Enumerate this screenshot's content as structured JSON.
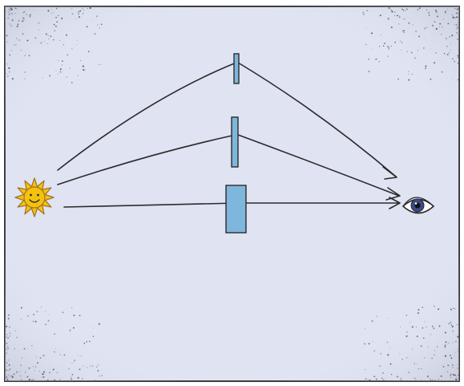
{
  "scene": {
    "background_color": "#dfe3f2",
    "ink_color": "#2b2b2b",
    "glass_color": "#7fb6db",
    "sun_color": "#f4c20d",
    "sun_outline_color": "#a0702a",
    "eye_iris_color": "#3a4a8a"
  },
  "elements": {
    "source": "sun-icon",
    "observer": "eye-icon",
    "plates": [
      "thin-glass-plate",
      "medium-glass-plate",
      "thick-glass-plate"
    ]
  }
}
